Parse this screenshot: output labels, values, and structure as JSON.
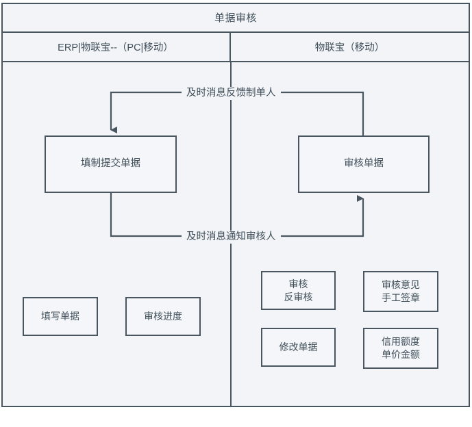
{
  "diagram": {
    "title": "单据审核",
    "type": "swimlane-flowchart",
    "colors": {
      "border": "#49565f",
      "background": "#f2f4f8",
      "node_fill": "#f4f6f9",
      "text": "#3f4e58"
    },
    "lanes": [
      {
        "id": "lane-erp",
        "label": "ERP|物联宝--（PC|移动）"
      },
      {
        "id": "lane-mobile",
        "label": "物联宝（移动）"
      }
    ],
    "nodes": {
      "fill_submit": "填制提交单据",
      "review_doc": "审核单据",
      "write_doc": "填写单据",
      "review_progress": "审核进度",
      "review_unreview_line1": "审核",
      "review_unreview_line2": "反审核",
      "opinion_sign_line1": "审核意见",
      "opinion_sign_line2": "手工签章",
      "modify_doc": "修改单据",
      "credit_amount_line1": "信用额度",
      "credit_amount_line2": "单价金额"
    },
    "edges": {
      "feedback_label": "及时消息反馈制单人",
      "notify_label": "及时消息通知审核人"
    }
  }
}
